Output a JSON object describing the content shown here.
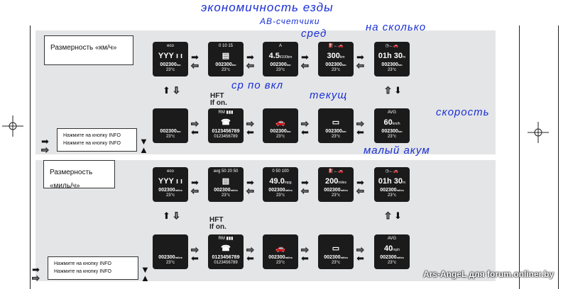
{
  "panels": [
    {
      "title": "Размерность «км/ч»",
      "info": [
        "Нажмите на кнопку INFO",
        "Нажмите на кнопку INFO"
      ],
      "hft": [
        "HFT",
        "If on."
      ],
      "screens": [
        {
          "top": "eco",
          "main": "ΥΥΥ ı ı",
          "unit": "",
          "odo": "002300",
          "odo_unit": "km",
          "temp": "23°c"
        },
        {
          "top": "0 10 15",
          "main": "▤",
          "unit": "",
          "odo": "002300",
          "odo_unit": "km",
          "temp": "23°c"
        },
        {
          "top": "A",
          "main": "4.5",
          "unit": "l/100km",
          "odo": "002300",
          "odo_unit": "km",
          "temp": "23°c"
        },
        {
          "top": "⛽←🚗",
          "main": "300",
          "unit": "km",
          "odo": "002300",
          "odo_unit": "km",
          "temp": "23°c"
        },
        {
          "top": "◷←🚗",
          "main": "01h 30",
          "unit": "m",
          "odo": "002300",
          "odo_unit": "km",
          "temp": "23°c"
        },
        {
          "top": "",
          "main": "",
          "unit": "",
          "odo": "002300",
          "odo_unit": "km",
          "temp": "23°c"
        },
        {
          "top": "RM ▮▮▮",
          "main": "☎",
          "unit": "",
          "odo": "0123456789",
          "odo_unit": "",
          "temp": "0123456789"
        },
        {
          "top": "",
          "main": "🚗",
          "unit": "",
          "odo": "002300",
          "odo_unit": "km",
          "temp": "23°c"
        },
        {
          "top": "",
          "main": "▭",
          "unit": "",
          "odo": "002300",
          "odo_unit": "km",
          "temp": "23°c"
        },
        {
          "top": "AVG",
          "main": "60",
          "unit": "km/h",
          "odo": "002300",
          "odo_unit": "km",
          "temp": "23°c"
        }
      ]
    },
    {
      "title": "Размерность «миль/ч»",
      "info": [
        "Нажмите на кнопку INFO",
        "Нажмите на кнопку INFO"
      ],
      "hft": [
        "HFT",
        "If on."
      ],
      "screens": [
        {
          "top": "eco",
          "main": "ΥΥΥ ı ı",
          "unit": "",
          "odo": "002300",
          "odo_unit": "miles",
          "temp": "23°c"
        },
        {
          "top": "avg 50 20 50",
          "main": "▤",
          "unit": "",
          "odo": "002300",
          "odo_unit": "miles",
          "temp": "23°c"
        },
        {
          "top": "0 50 100",
          "main": "49.0",
          "unit": "mpg",
          "odo": "002300",
          "odo_unit": "miles",
          "temp": "23°c"
        },
        {
          "top": "⛽←🚗",
          "main": "200",
          "unit": "miles",
          "odo": "002300",
          "odo_unit": "miles",
          "temp": "23°c"
        },
        {
          "top": "◷←🚗",
          "main": "01h 30",
          "unit": "m",
          "odo": "002300",
          "odo_unit": "miles",
          "temp": "23°c"
        },
        {
          "top": "",
          "main": "",
          "unit": "",
          "odo": "002300",
          "odo_unit": "miles",
          "temp": "23°c"
        },
        {
          "top": "RM ▮▮▮",
          "main": "☎",
          "unit": "",
          "odo": "0123456789",
          "odo_unit": "",
          "temp": "0123456789"
        },
        {
          "top": "",
          "main": "🚗",
          "unit": "",
          "odo": "002300",
          "odo_unit": "miles",
          "temp": "23°c"
        },
        {
          "top": "",
          "main": "▭",
          "unit": "",
          "odo": "002300",
          "odo_unit": "miles",
          "temp": "23°c"
        },
        {
          "top": "AVG",
          "main": "40",
          "unit": "mph",
          "odo": "002300",
          "odo_unit": "miles",
          "temp": "23°c"
        }
      ]
    }
  ],
  "annotations": [
    "экономичность езды",
    "АВ-счетчики",
    "сред",
    "на сколько",
    "ср по вкл",
    "текущ",
    "скорость",
    "малый акум"
  ],
  "watermark": "Ars-AngeL для forum.onliner.by",
  "colors": {
    "panel": "#e4e5e7",
    "screen": "#1b1b1b",
    "handwriting": "#1a2fd6"
  }
}
